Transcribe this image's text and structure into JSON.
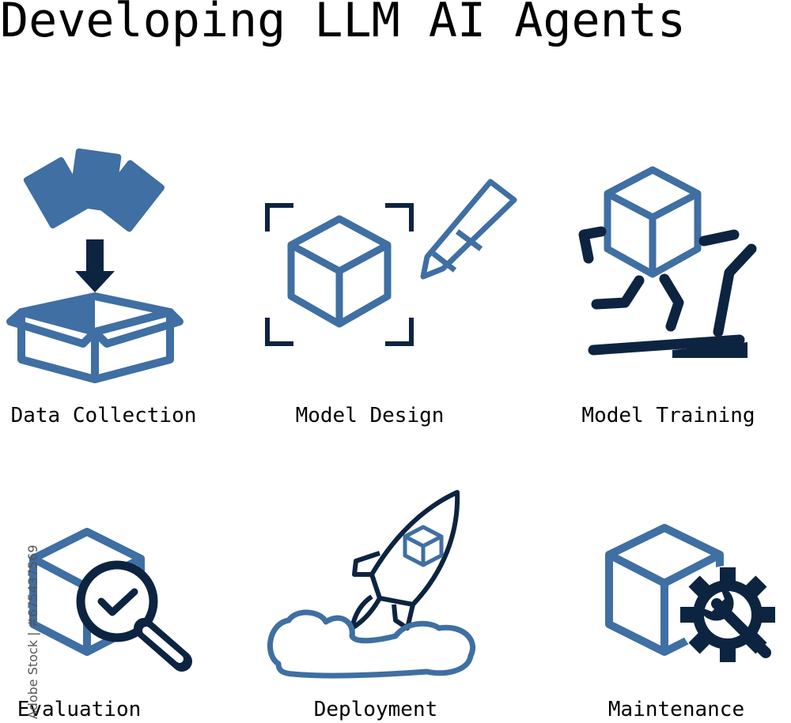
{
  "title": "Developing LLM AI Agents",
  "steps": [
    {
      "label": "Data Collection",
      "icon": "open-box-with-documents-icon"
    },
    {
      "label": "Model Design",
      "icon": "cube-with-pencil-icon"
    },
    {
      "label": "Model Training",
      "icon": "cube-on-treadmill-icon"
    },
    {
      "label": "Evaluation",
      "icon": "cube-with-magnifier-icon"
    },
    {
      "label": "Deployment",
      "icon": "rocket-launch-icon"
    },
    {
      "label": "Maintenance",
      "icon": "cube-with-gear-icon"
    }
  ],
  "watermark": "Adobe Stock | #675437569",
  "colors": {
    "primary": "#3f6fa3",
    "dark": "#0d2440",
    "text": "#000000"
  }
}
